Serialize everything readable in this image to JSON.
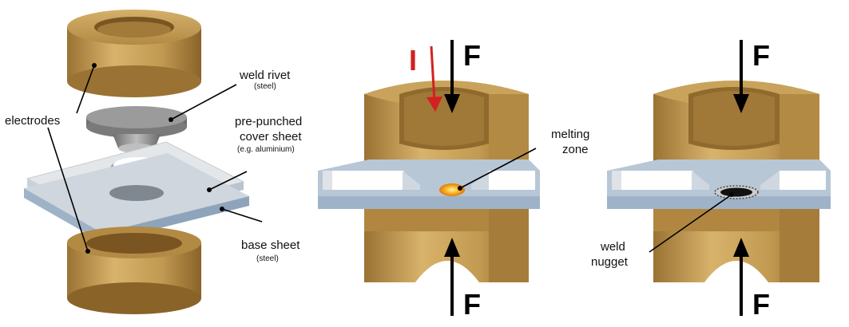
{
  "labels": {
    "weld_rivet": "weld rivet",
    "weld_rivet_sub": "(steel)",
    "electrodes": "electrodes",
    "cover_1": "pre-punched",
    "cover_2": "cover sheet",
    "cover_sub": "(e.g. aluminium)",
    "base": "base sheet",
    "base_sub": "(steel)",
    "melting_1": "melting",
    "melting_2": "zone",
    "nugget_1": "weld",
    "nugget_2": "nugget",
    "force": "F",
    "current": "I"
  },
  "colors": {
    "electrode": "#c29a52",
    "electrode_dark": "#8f6a2c",
    "sheet_top": "#dfe3e7",
    "sheet_side": "#b8c7d6",
    "base_side": "#9fb3c8",
    "rivet": "#8c8c8c",
    "current_arrow": "#d42020",
    "melt": "#f2a31b",
    "nugget": "#111111"
  }
}
